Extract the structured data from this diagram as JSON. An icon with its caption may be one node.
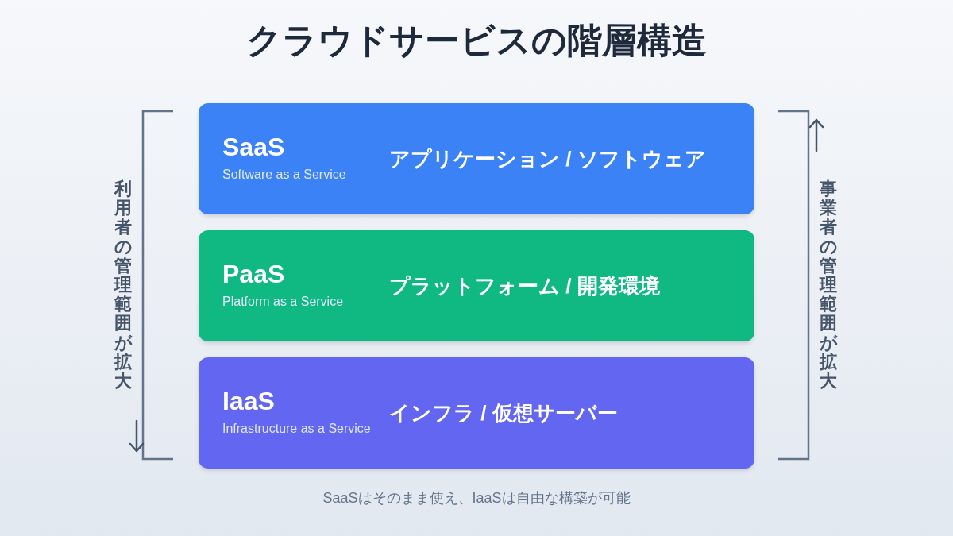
{
  "diagram": {
    "title": "クラウドサービスの階層構造",
    "nodes": [
      {
        "text": [
          "SaaS",
          "Software as a Service",
          "アプリケーション / ソフトウェア"
        ]
      },
      {
        "text": [
          "PaaS",
          "Platform as a Service",
          "プラットフォーム / 開発環境"
        ]
      },
      {
        "text": [
          "IaaS",
          "Infrastructure as a Service",
          "インフラ / 仮想サーバー"
        ]
      }
    ],
    "labels": [
      "利用者の管理範囲が拡大",
      "事業者の管理範囲が拡大"
    ],
    "caption": "SaaSはそのまま使え、IaaSは自由な構築が可能"
  }
}
